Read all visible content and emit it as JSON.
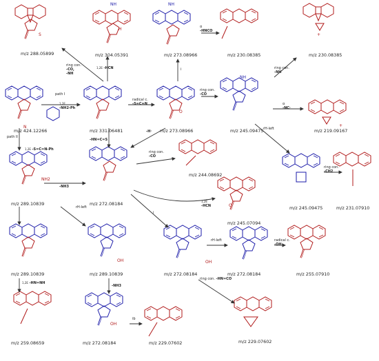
{
  "colors": {
    "precursor_blue": "#1a1aa8",
    "fragment_red": "#b01818",
    "arrow": "#333333"
  },
  "mz_labels": {
    "row1": [
      "m/z 288.05899",
      "m/z 304.05391",
      "m/z 273.08966",
      "m/z 230.08385",
      "m/z 230.08385"
    ],
    "row2": [
      "m/z 424.12266",
      "m/z 331.06481",
      "m/z 273.08966",
      "m/z 245.09475",
      "m/z 219.09167"
    ],
    "row3": [
      "m/z 289.10839",
      "m/z 272.08184",
      "m/z 244.08692",
      "m/z 245.09475",
      "m/z 231.07910"
    ],
    "row3b": [
      "m/z 245.07094"
    ],
    "row4": [
      "m/z 289.10839",
      "m/z 289.10839",
      "m/z 272.08184",
      "m/z 272.08184",
      "m/z 255.07910"
    ],
    "row5": [
      "m/z 259.08659",
      "m/z 272.08184",
      "m/z 229.07602",
      "m/z 229.07602"
    ]
  },
  "step_labels": {
    "ring_con_co_nh": [
      "ring con.",
      "-CO,",
      "-NH"
    ],
    "hcn": [
      "1,2E",
      "-HCN"
    ],
    "alpha_hnco": [
      "α",
      "-HNCO"
    ],
    "i_1": "i",
    "ring_con_nh": [
      "ring con.",
      "-NH"
    ],
    "path_1": "path I",
    "nh2ph": [
      "1,2E",
      "-NH2-Ph"
    ],
    "radical_scn": [
      "radical c.",
      "-S=C=N"
    ],
    "ring_con_co": [
      "ring con.",
      "-CO"
    ],
    "alpha_nc": [
      "α",
      "-NC·"
    ],
    "path_2": "path II",
    "scnph": [
      "1,2E",
      "-S=C=N-Ph"
    ],
    "hnccs": "-HN=C=S",
    "h_rad": "-H·",
    "rh_left": "rH-left",
    "ring_con_co_2": [
      "ring con.",
      "-CO"
    ],
    "nh3": "-NH3",
    "hcn_2": [
      "1,2E",
      "-HCN"
    ],
    "ring_con_ch2": [
      "ring con.",
      "-CH2"
    ],
    "rh_left_2": "rH-left",
    "i_2": "i",
    "rh_left_3": "rH-left",
    "radical_oh": [
      "radical c.",
      "-OH·"
    ],
    "hnnh": [
      "1,2E",
      "-HN=NH"
    ],
    "nh3_2": "-NH3",
    "i_b": "ib",
    "ring_con_hnco": [
      "ring con.",
      "-HN=CO"
    ]
  },
  "atoms": {
    "NH": "NH",
    "N": "N",
    "NH2": "NH2",
    "OH": "OH",
    "O": "O",
    "S": "S",
    "H": "H",
    "plus": "+",
    "dot": "·"
  }
}
